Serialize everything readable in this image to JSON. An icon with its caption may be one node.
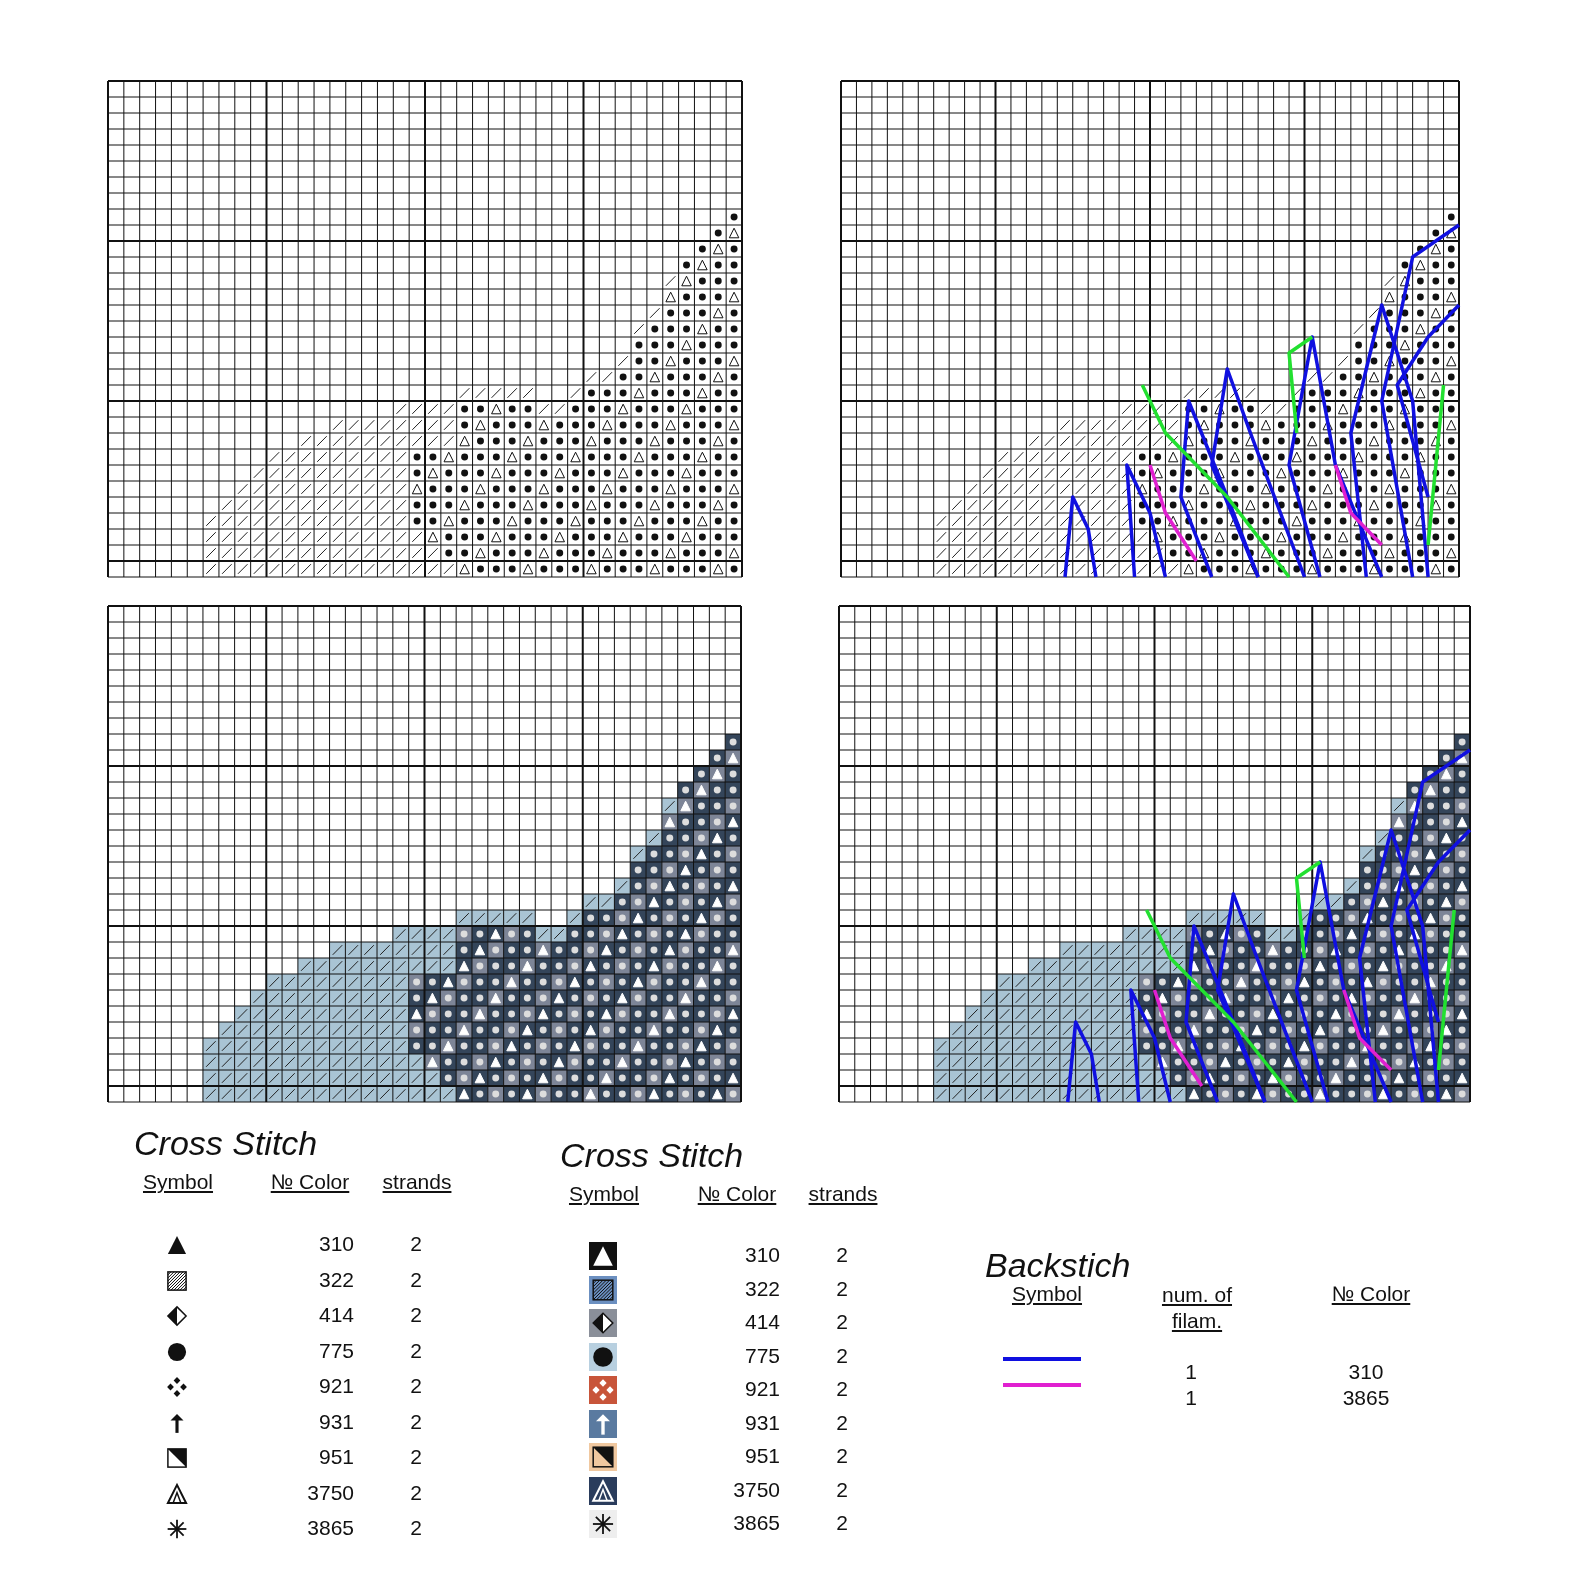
{
  "diagram": {
    "labels": [
      "Cross Stitch",
      "Symbol",
      "№ Color",
      "strands",
      "310",
      "2",
      "322",
      "2",
      "414",
      "2",
      "775",
      "2",
      "921",
      "2",
      "931",
      "2",
      "951",
      "2",
      "3750",
      "2",
      "3865",
      "2",
      "Cross Stitch",
      "Symbol",
      "№ Color",
      "strands",
      "310",
      "2",
      "322",
      "2",
      "414",
      "2",
      "775",
      "2",
      "921",
      "2",
      "931",
      "2",
      "951",
      "2",
      "3750",
      "2",
      "3865",
      "2",
      "Backstich",
      "Symbol",
      "num. of filam.",
      "№ Color",
      "1",
      "310",
      "1",
      "3865"
    ]
  }
}
